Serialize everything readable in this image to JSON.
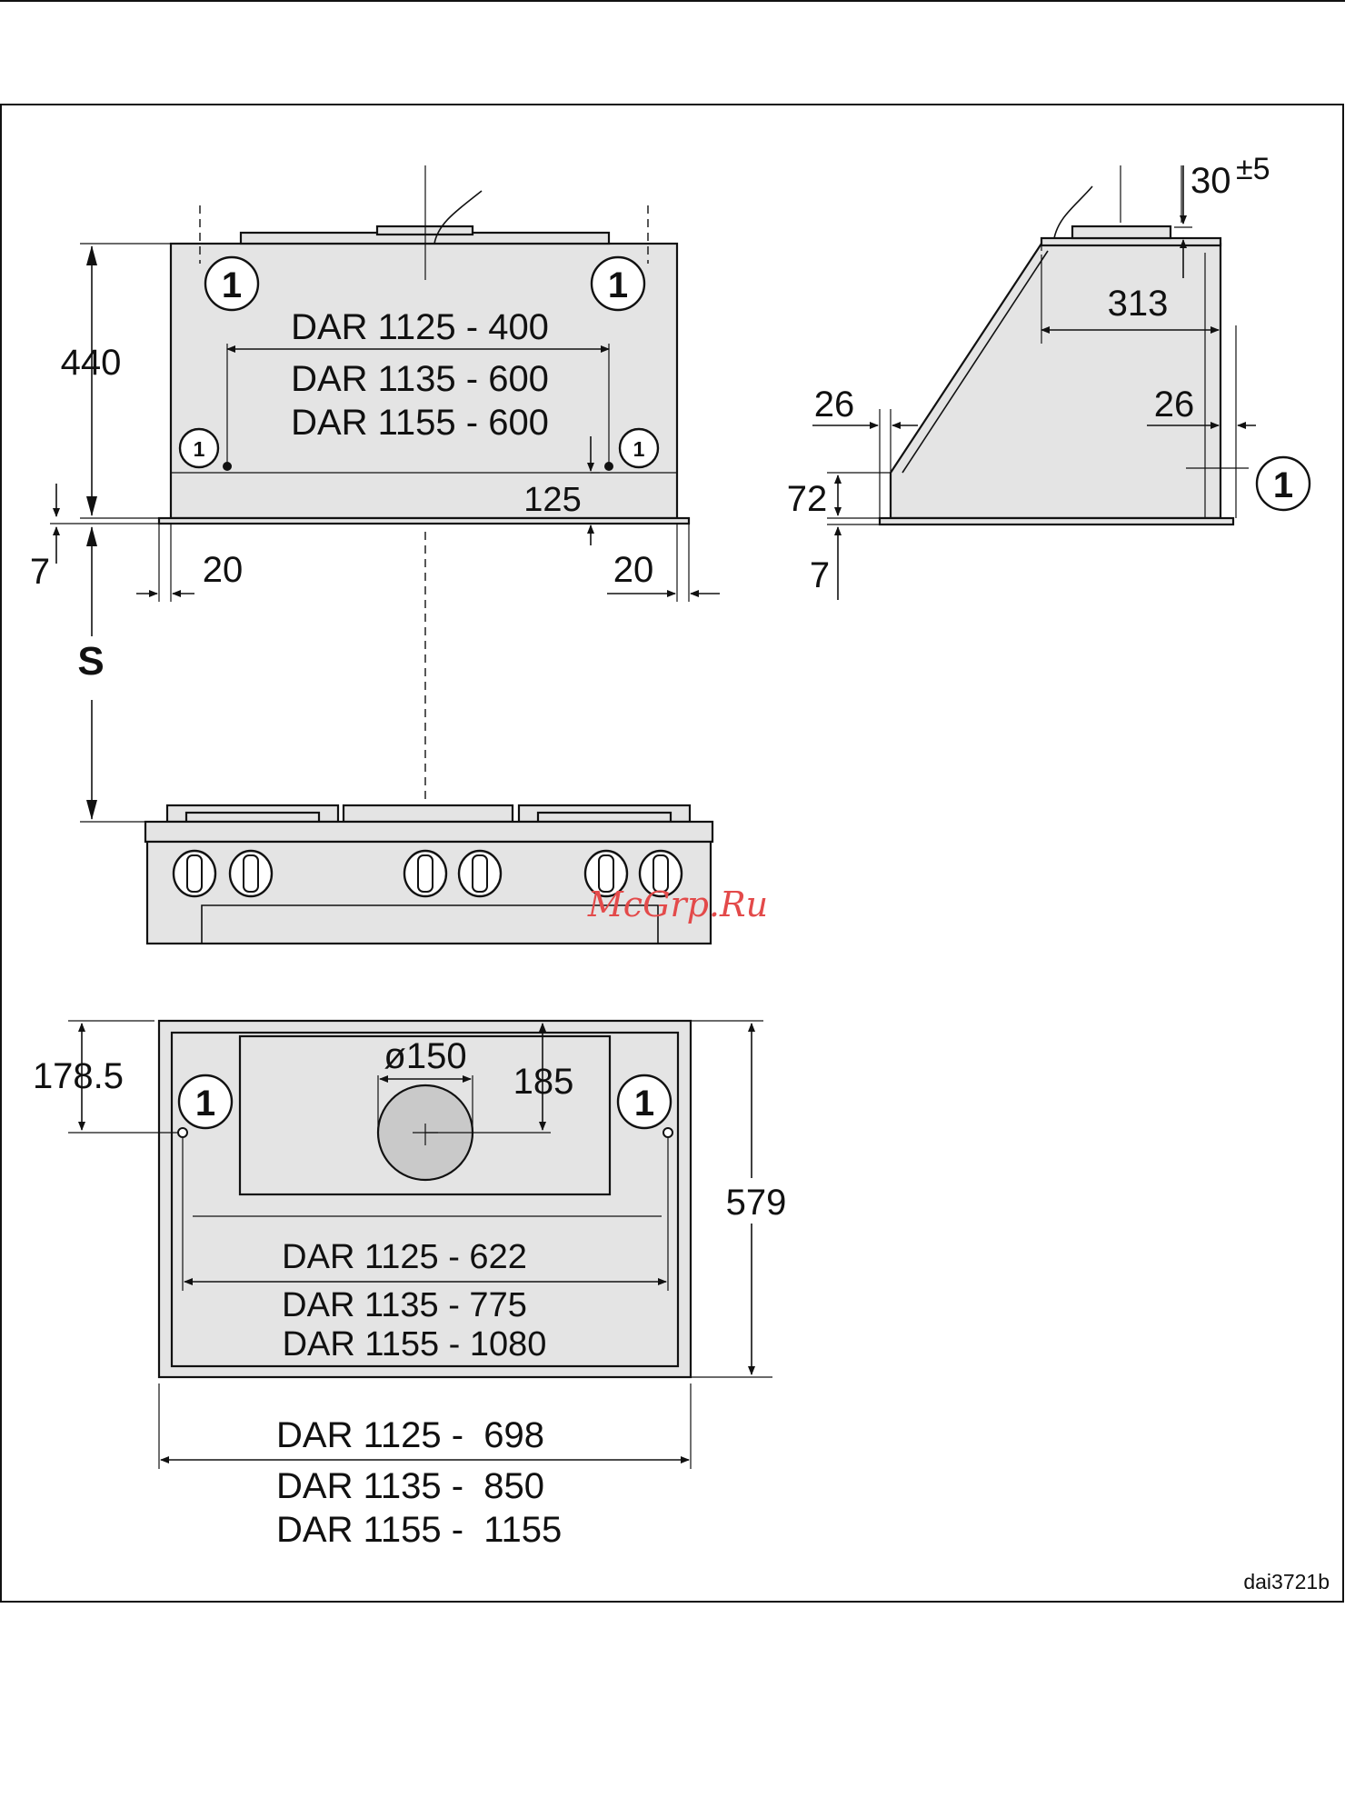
{
  "marker": "1",
  "front_view": {
    "height": "440",
    "models": [
      "DAR 1125 - 400",
      "DAR 1135 - 600",
      "DAR 1155 - 600"
    ],
    "offset_125": "125",
    "bottom_7": "7",
    "side_left_20": "20",
    "side_right_20": "20",
    "distance_s": "S"
  },
  "side_view": {
    "top_gap_base": "30",
    "top_gap_tol": "±5",
    "depth_313": "313",
    "left_26": "26",
    "right_26": "26",
    "height_72": "72",
    "bottom_7": "7"
  },
  "top_view": {
    "offset_178": "178.5",
    "diameter": "ø150",
    "offset_185": "185",
    "depth_579": "579",
    "inner_models": [
      "DAR 1125 - 622",
      "DAR 1135 - 775",
      "DAR 1155 - 1080"
    ],
    "outer_models": [
      "DAR 1125 -  698",
      "DAR 1135 -  850",
      "DAR 1155 -  1155"
    ]
  },
  "watermark": "McGrp.Ru",
  "figure_code": "dai3721b"
}
